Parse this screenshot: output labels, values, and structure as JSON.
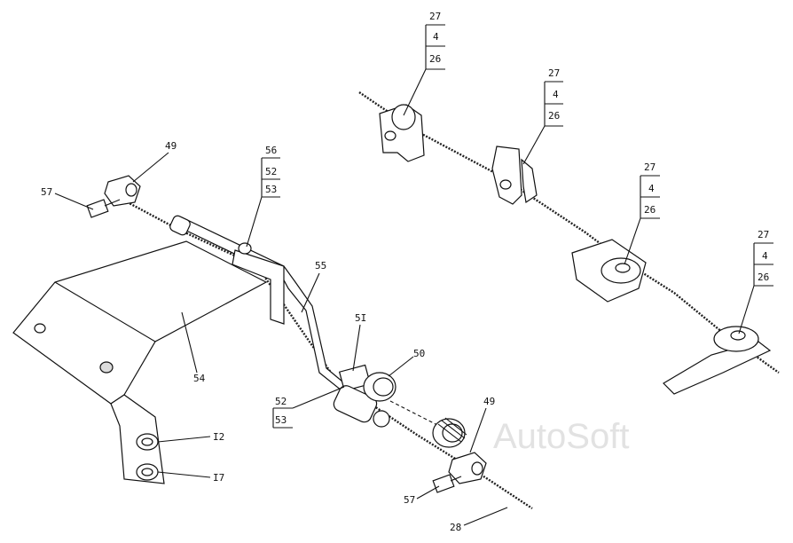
{
  "watermark": "AutoSoft",
  "labels": {
    "l27a": "27",
    "l4a": "4",
    "l26a": "26",
    "l27b": "27",
    "l4b": "4",
    "l26b": "26",
    "l27c": "27",
    "l4c": "4",
    "l26c": "26",
    "l27d": "27",
    "l4d": "4",
    "l26d": "26",
    "l49a": "49",
    "l57a": "57",
    "l56": "56",
    "l52a": "52",
    "l53a": "53",
    "l55": "55",
    "l54": "54",
    "l51": "5I",
    "l50": "50",
    "l52b": "52",
    "l53b": "53",
    "l49b": "49",
    "l57b": "57",
    "l12": "I2",
    "l17": "I7",
    "l28": "28"
  }
}
